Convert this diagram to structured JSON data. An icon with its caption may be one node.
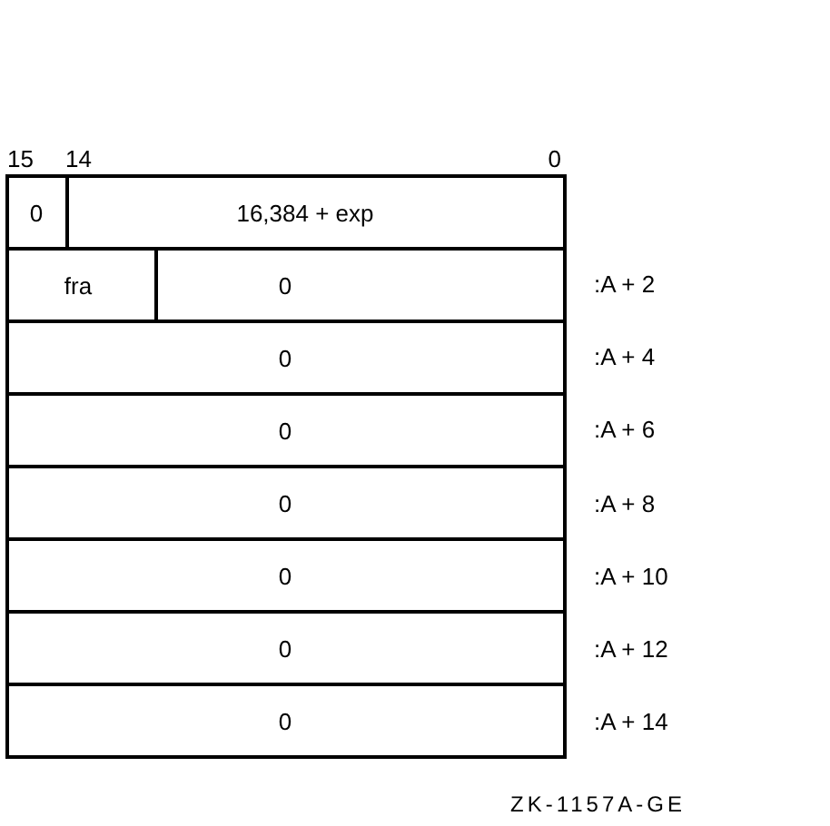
{
  "diagram": {
    "nodes": [
      {
        "text": [
          "0"
        ]
      },
      {
        "text": [
          "16,384 + exp"
        ]
      },
      {
        "text": [
          "fra"
        ]
      },
      {
        "text": [
          "0"
        ]
      },
      {
        "text": [
          "0"
        ]
      },
      {
        "text": [
          "0"
        ]
      },
      {
        "text": [
          "0"
        ]
      },
      {
        "text": [
          "0"
        ]
      },
      {
        "text": [
          "0"
        ]
      },
      {
        "text": [
          "0"
        ]
      }
    ],
    "labels": [
      "15",
      "14",
      "0",
      ":A + 2",
      ":A + 4",
      ":A + 6",
      ":A + 8",
      ":A + 10",
      ":A + 12",
      ":A + 14",
      "ZK-1157A-GE"
    ]
  }
}
